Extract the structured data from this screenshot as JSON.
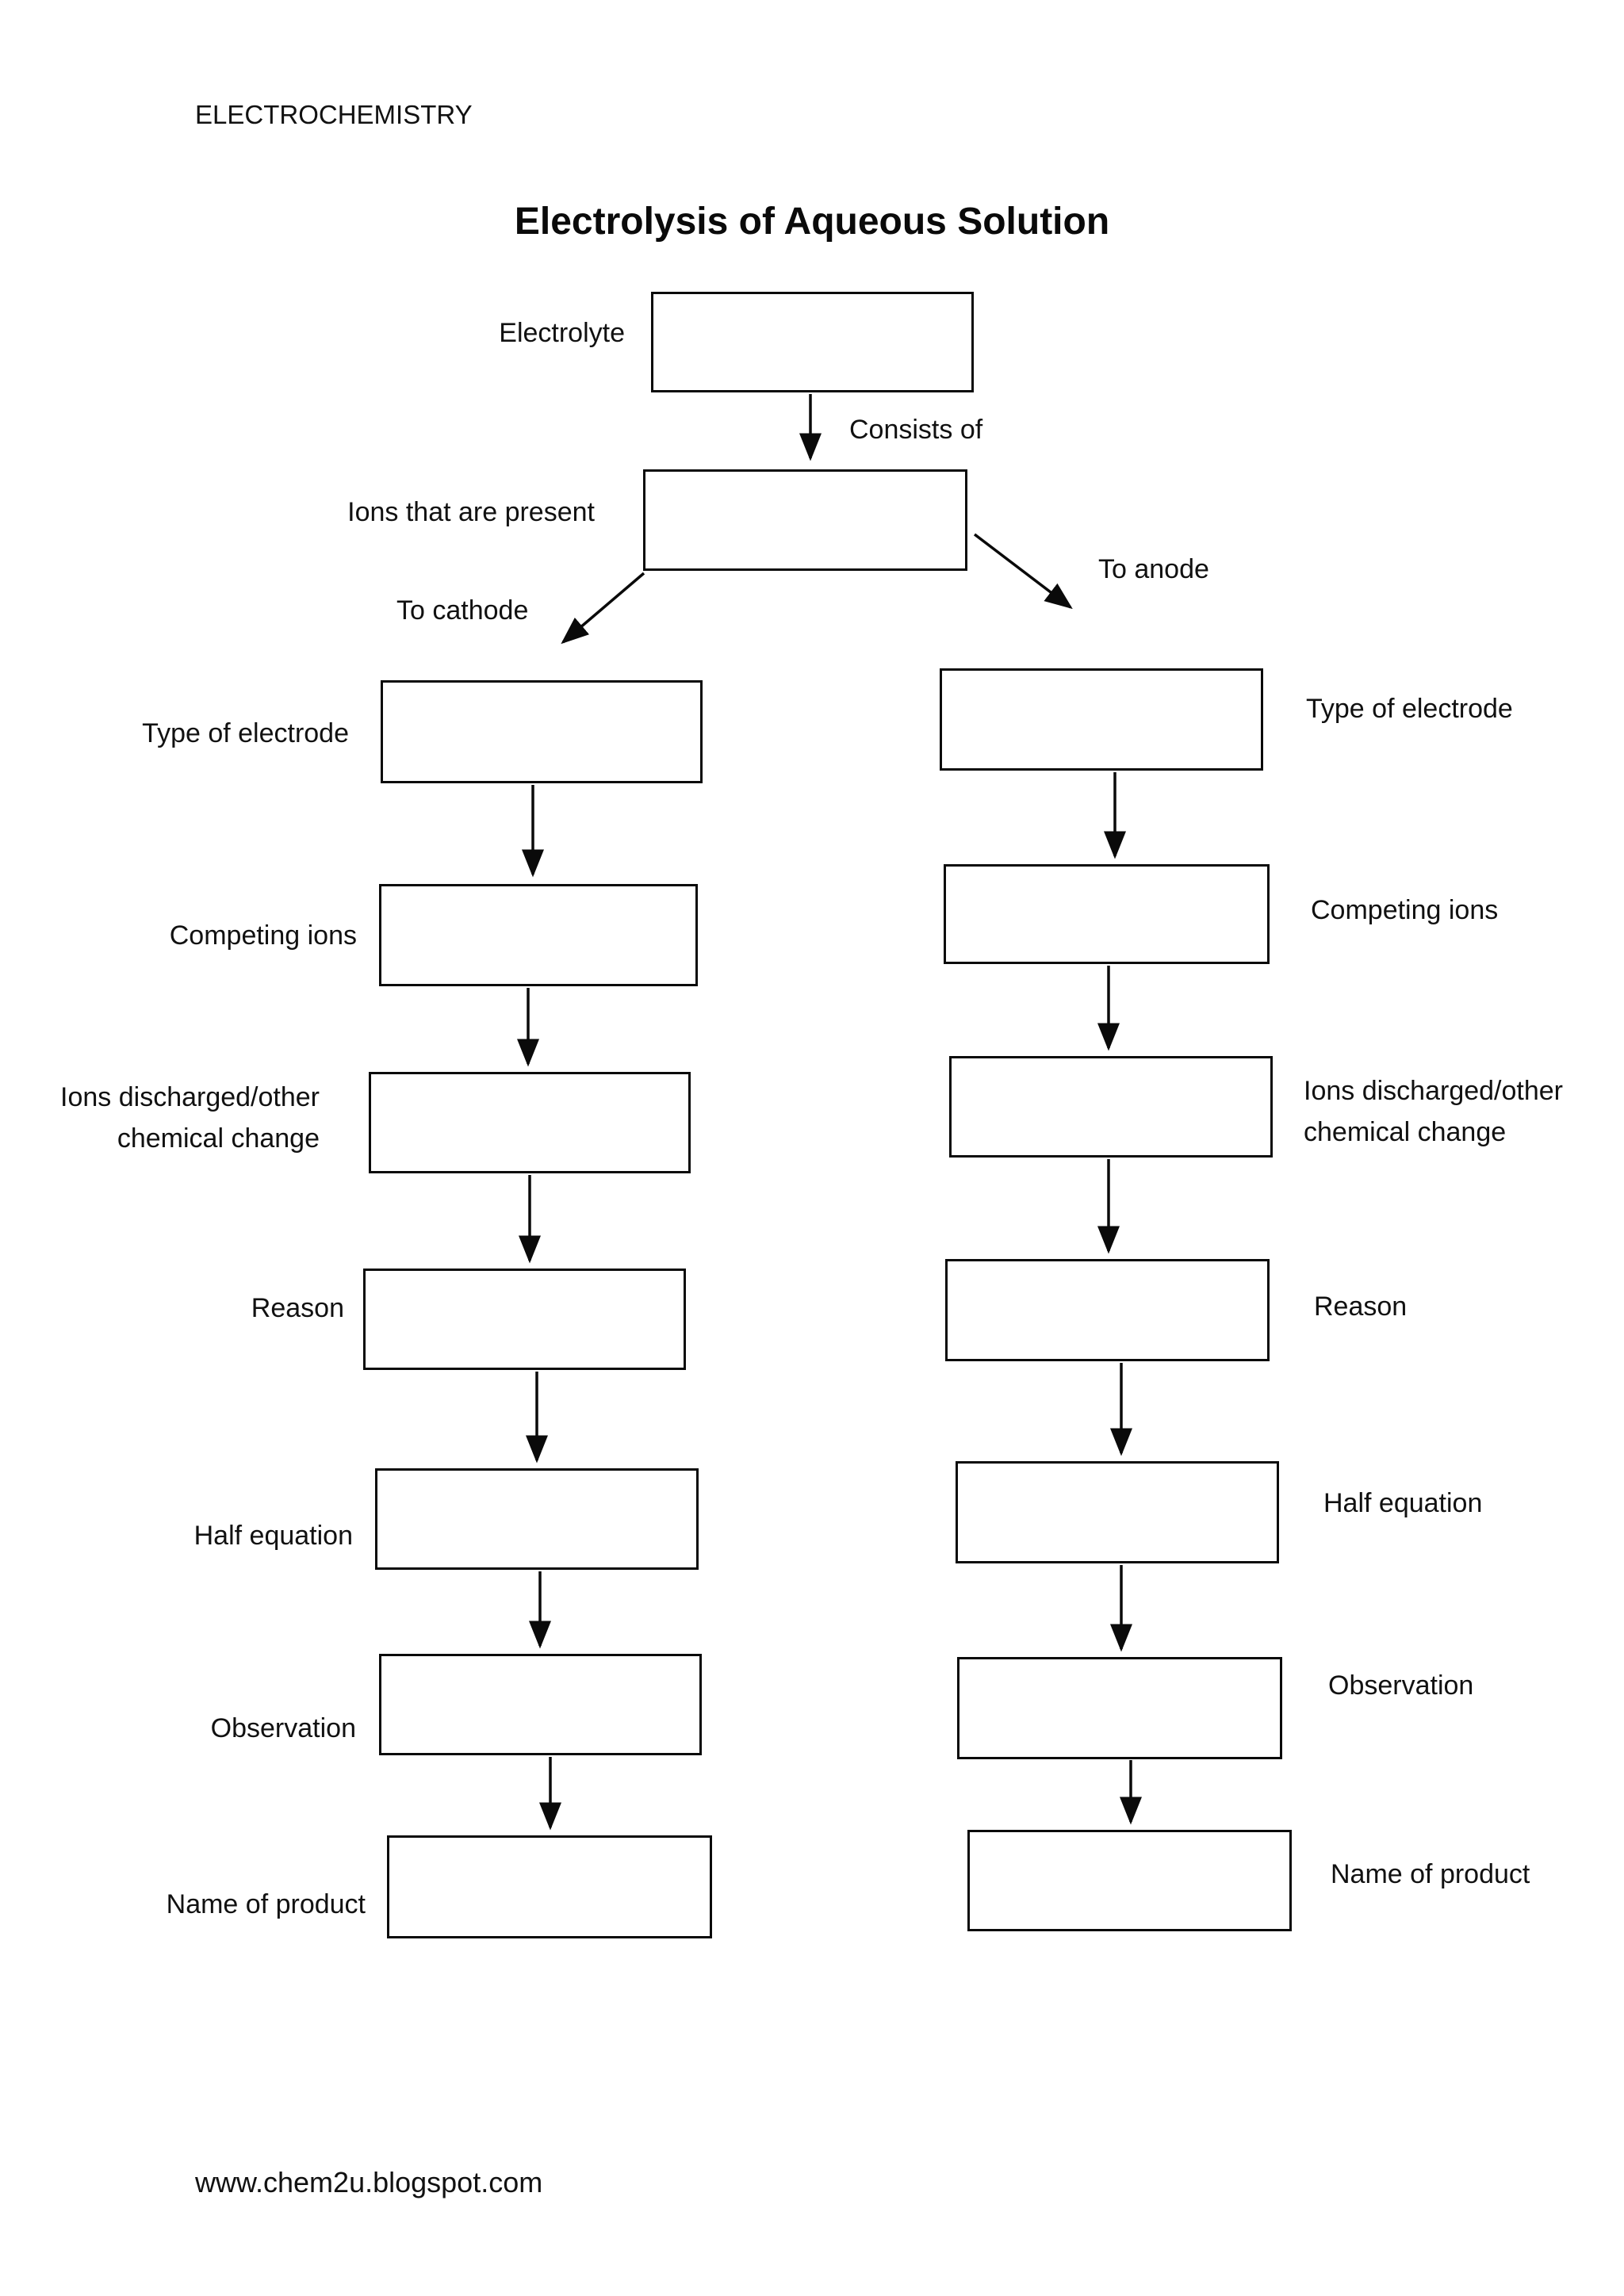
{
  "page": {
    "header": "ELECTROCHEMISTRY",
    "title": "Electrolysis of Aqueous Solution",
    "footer": "www.chem2u.blogspot.com",
    "background_color": "#ffffff",
    "ink_color": "#0a0a0a"
  },
  "flowchart": {
    "electrolyte_label": "Electrolyte",
    "consists_of_label": "Consists of",
    "ions_present_label": "Ions that are present",
    "to_cathode_label": "To cathode",
    "to_anode_label": "To anode",
    "left_column": {
      "type_of_electrode": "Type of electrode",
      "competing_ions": "Competing ions",
      "ions_discharged_line1": "Ions discharged/other",
      "ions_discharged_line2": "chemical change",
      "reason": "Reason",
      "half_equation": "Half equation",
      "observation": "Observation",
      "name_of_product": "Name of product"
    },
    "right_column": {
      "type_of_electrode": "Type of electrode",
      "competing_ions": "Competing ions",
      "ions_discharged_line1": "Ions discharged/other",
      "ions_discharged_line2": "chemical change",
      "reason": "Reason",
      "half_equation": "Half equation",
      "observation": "Observation",
      "name_of_product": "Name of product"
    }
  }
}
